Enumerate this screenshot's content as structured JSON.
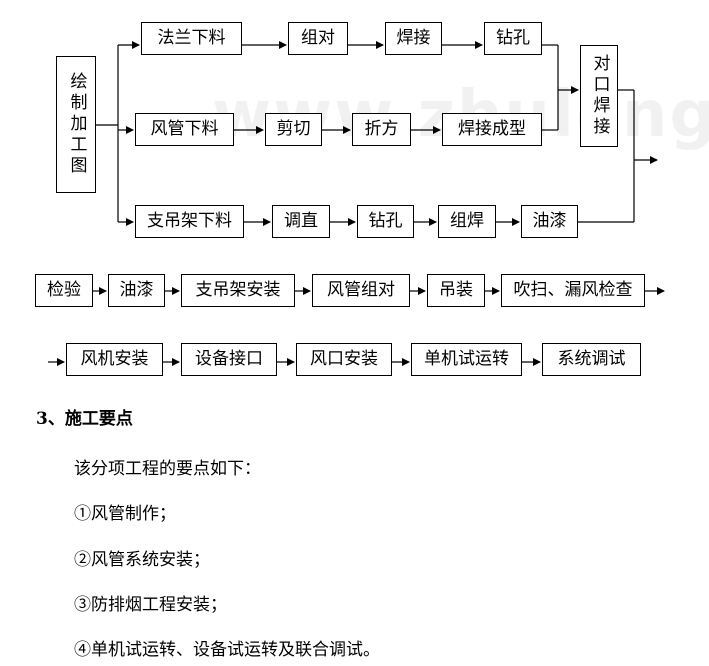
{
  "watermark": "www.zhulong.com",
  "flow_row1": {
    "source": "绘制加工图",
    "branch_a": [
      "法兰下料",
      "组对",
      "焊接",
      "钻孔"
    ],
    "branch_b": [
      "风管下料",
      "剪切",
      "折方",
      "焊接成型"
    ],
    "merge": "对口焊接",
    "branch_c": [
      "支吊架下料",
      "调直",
      "钻孔",
      "组焊",
      "油漆"
    ]
  },
  "flow_row2": [
    "检验",
    "油漆",
    "支吊架安装",
    "风管组对",
    "吊装",
    "吹扫、漏风检查"
  ],
  "flow_row3": [
    "风机安装",
    "设备接口",
    "风口安装",
    "单机试运转",
    "系统调试"
  ],
  "section": {
    "heading": "3、施工要点",
    "intro": "该分项工程的要点如下：",
    "items": [
      "①风管制作；",
      "②风管系统安装；",
      "③防排烟工程安装；",
      "④单机试运转、设备试运转及联合调试。"
    ]
  }
}
